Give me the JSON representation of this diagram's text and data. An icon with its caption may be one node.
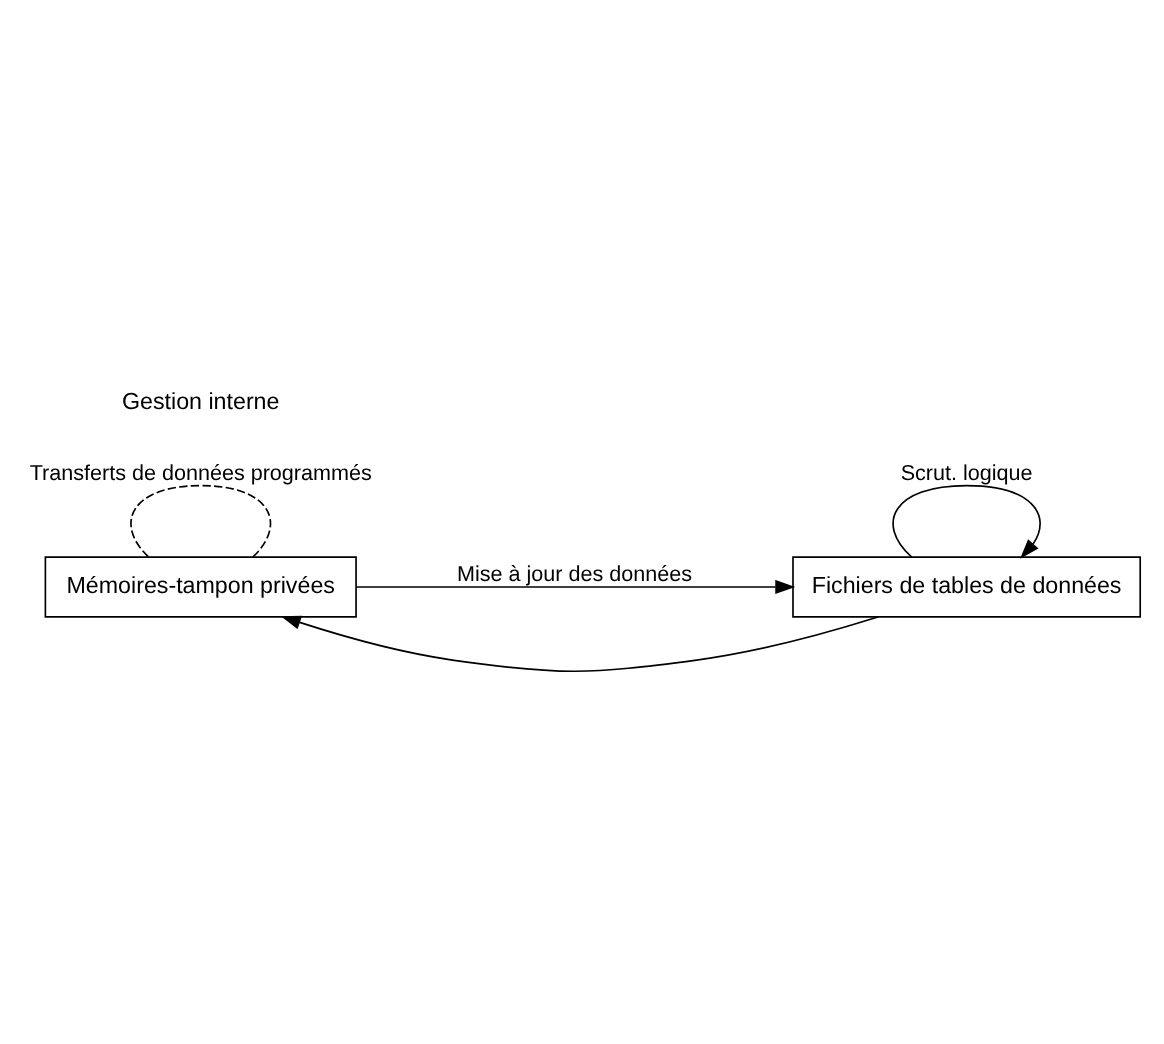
{
  "diagram": {
    "nodes": [
      {
        "text": [
          "Mémoires-tampon privées"
        ]
      },
      {
        "text": [
          "Fichiers de tables de données"
        ]
      }
    ],
    "edges": [
      {
        "from": 1,
        "to": 0,
        "arrow": "to"
      },
      {
        "from": 0,
        "to": 1,
        "arrow": "to",
        "label": "Mise à jour des données"
      },
      {
        "from": 1,
        "to": 1,
        "arrow": "to",
        "label": "Scrut. logique"
      },
      {
        "from": 0,
        "to": 0,
        "arrow": "none",
        "style": "dashed",
        "label": "Transferts de données programmés"
      }
    ],
    "labels": [
      "Gestion interne"
    ]
  }
}
